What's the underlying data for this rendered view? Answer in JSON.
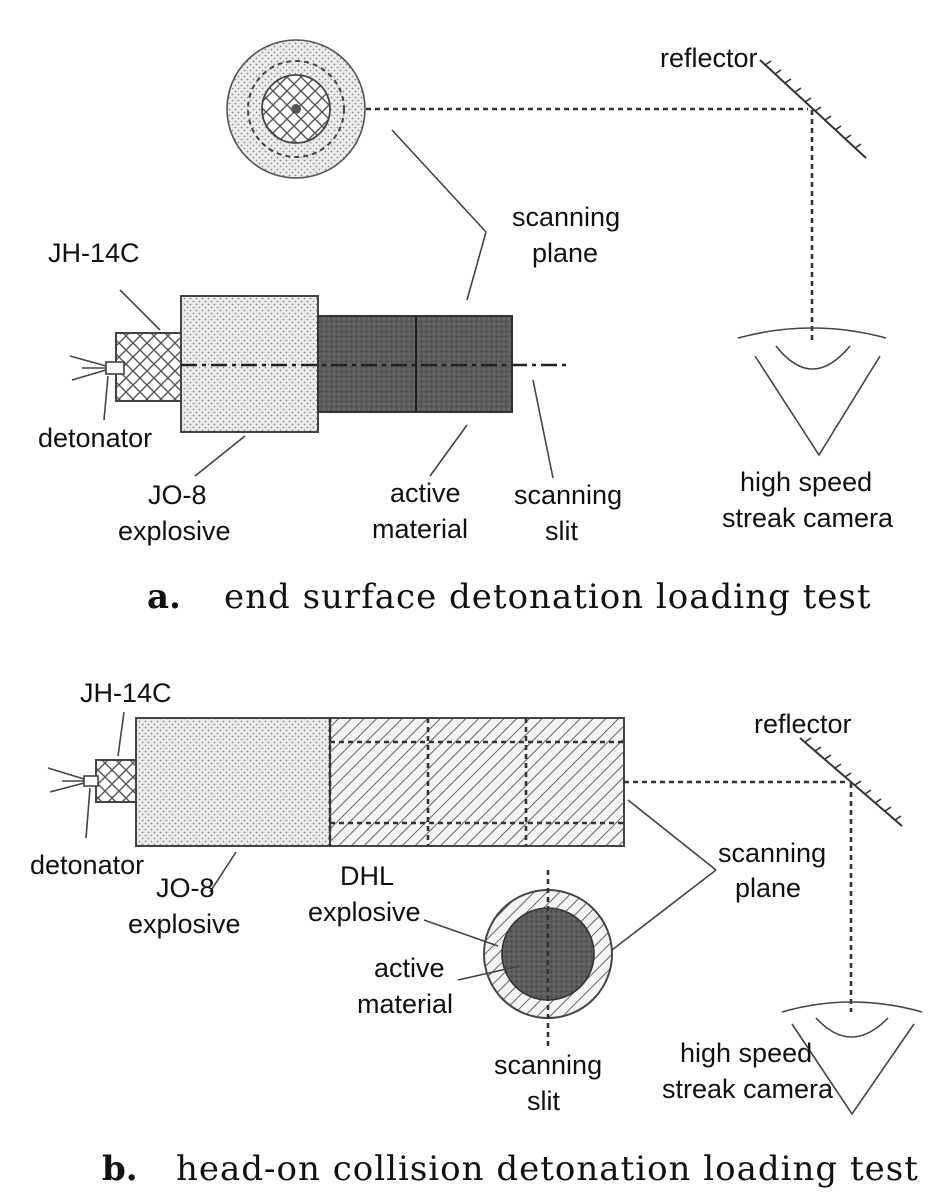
{
  "panel_a": {
    "labels": {
      "reflector": "reflector",
      "scanning_plane_1": "scanning",
      "scanning_plane_2": "plane",
      "jh14c": "JH-14C",
      "detonator": "detonator",
      "jo8_1": "JO-8",
      "jo8_2": "explosive",
      "active_1": "active",
      "active_2": "material",
      "slit_1": "scanning",
      "slit_2": "slit",
      "camera_1": "high speed",
      "camera_2": "streak camera"
    },
    "caption_letter": "a.",
    "caption_text": "end surface detonation loading test"
  },
  "panel_b": {
    "labels": {
      "jh14c": "JH-14C",
      "reflector": "reflector",
      "detonator": "detonator",
      "jo8_1": "JO-8",
      "jo8_2": "explosive",
      "dhl_1": "DHL",
      "dhl_2": "explosive",
      "active_1": "active",
      "active_2": "material",
      "plane_1": "scanning",
      "plane_2": "plane",
      "slit_1": "scanning",
      "slit_2": "slit",
      "camera_1": "high speed",
      "camera_2": "streak camera"
    },
    "caption_letter": "b.",
    "caption_text": "head-on collision detonation loading test"
  },
  "colors": {
    "dotted_fill": "#d6d6d6",
    "active_fill": "#5c5c5c",
    "line": "#333333"
  }
}
